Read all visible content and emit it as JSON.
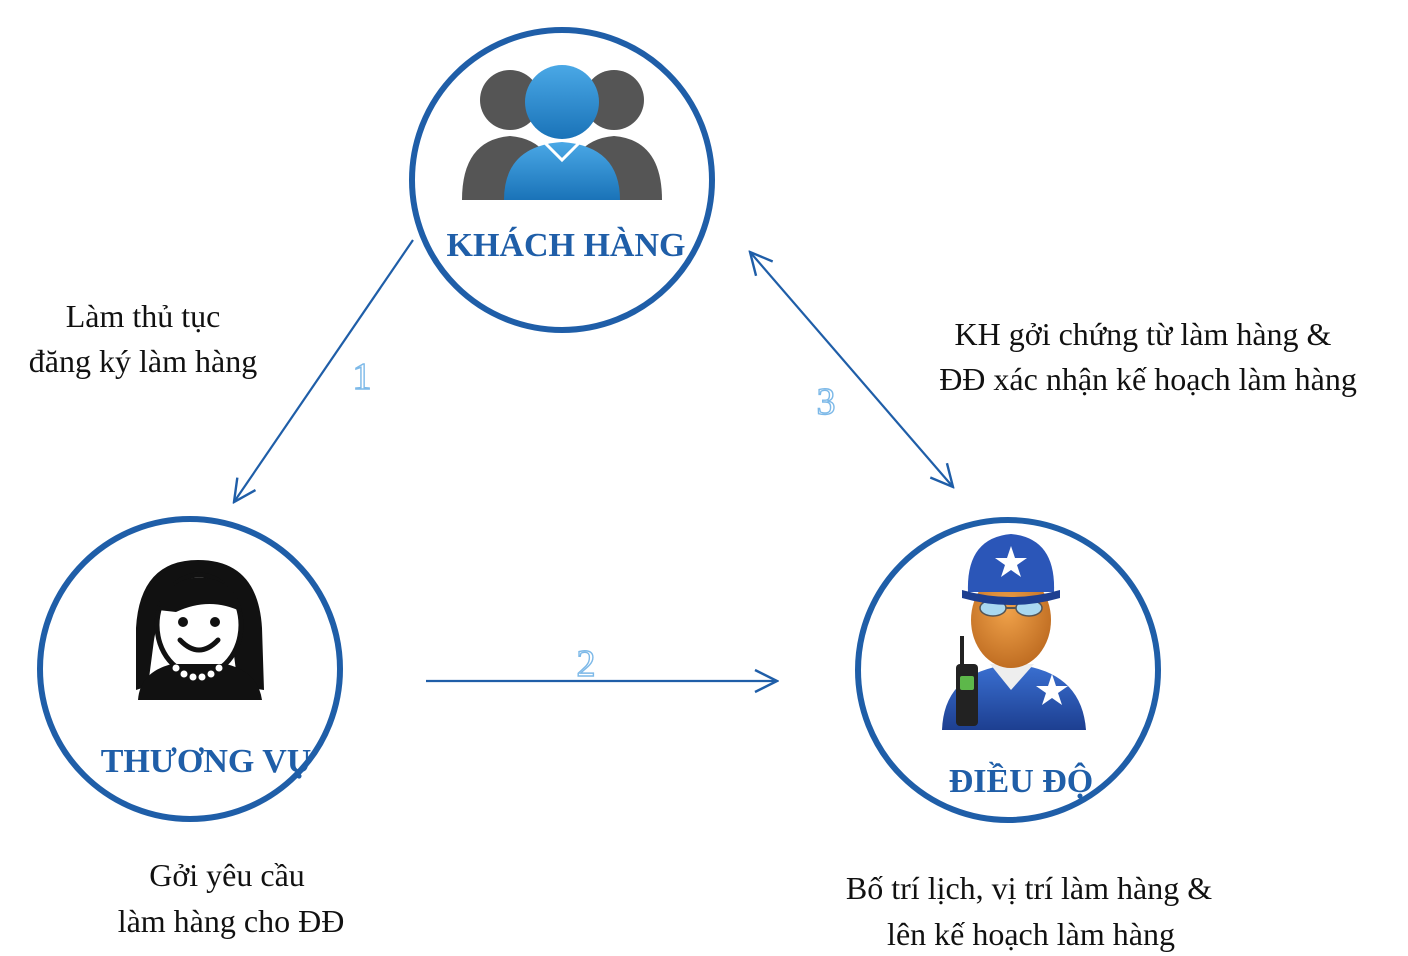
{
  "nodes": {
    "khach_hang": {
      "label": "KHÁCH HÀNG"
    },
    "thuong_vu": {
      "label": "THƯƠNG VỤ"
    },
    "dieu_do": {
      "label": "ĐIỀU ĐỘ"
    }
  },
  "steps": [
    {
      "number": "1",
      "caption_lines": [
        "Làm thủ tục",
        "đăng ký làm hàng"
      ]
    },
    {
      "number": "2"
    },
    {
      "number": "3",
      "caption_lines": [
        "KH gởi chứng từ làm hàng &",
        "ĐĐ xác nhận kế hoạch làm hàng"
      ]
    }
  ],
  "node_captions": {
    "thuong_vu": [
      "Gởi yêu cầu",
      "làm hàng cho ĐĐ"
    ],
    "dieu_do": [
      "Bố trí lịch, vị trí làm hàng &",
      "lên kế hoạch làm hàng"
    ]
  },
  "icons": {
    "khach_hang": "customer-group-icon",
    "thuong_vu": "woman-avatar-icon",
    "dieu_do": "dispatcher-guard-icon"
  },
  "colors": {
    "primary": "#1f5ea8",
    "step_number_outline": "#7db9e8",
    "customer_front": "#2f8fd4",
    "customer_back": "#555555"
  }
}
